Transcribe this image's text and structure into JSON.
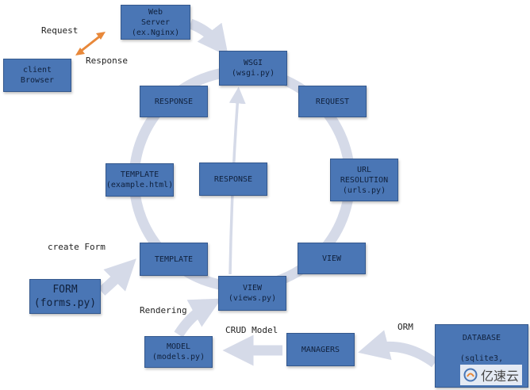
{
  "labels": {
    "request": "Request",
    "response": "Response",
    "create_form": "create Form",
    "rendering": "Rendering",
    "crud_model": "CRUD Model",
    "orm": "ORM"
  },
  "boxes": {
    "web_server": "Web\nServer\n(ex.Nginx)",
    "client_browser": "client\nBrowser",
    "wsgi": "WSGI\n(wsgi.py)",
    "request": "REQUEST",
    "url_resolution": "URL\nRESOLUTION\n(urls.py)",
    "view_right": "VIEW",
    "view_bottom": "VIEW\n(views.py)",
    "managers": "MANAGERS",
    "model": "MODEL\n(models.py)",
    "template_lower": "TEMPLATE",
    "template_upper": "TEMPLATE\n(example.html)",
    "response_left": "RESPONSE",
    "response_center": "RESPONSE",
    "form": "FORM\n(forms.py)",
    "database": "DATABASE\n\n(sqlite3,"
  },
  "colors": {
    "box_fill": "#4a76b5",
    "cycle_arrow": "#d5dae8",
    "double_arrow": "#e8883a"
  },
  "watermark": {
    "text": "亿速云",
    "icon": "cloud-logo-icon"
  }
}
